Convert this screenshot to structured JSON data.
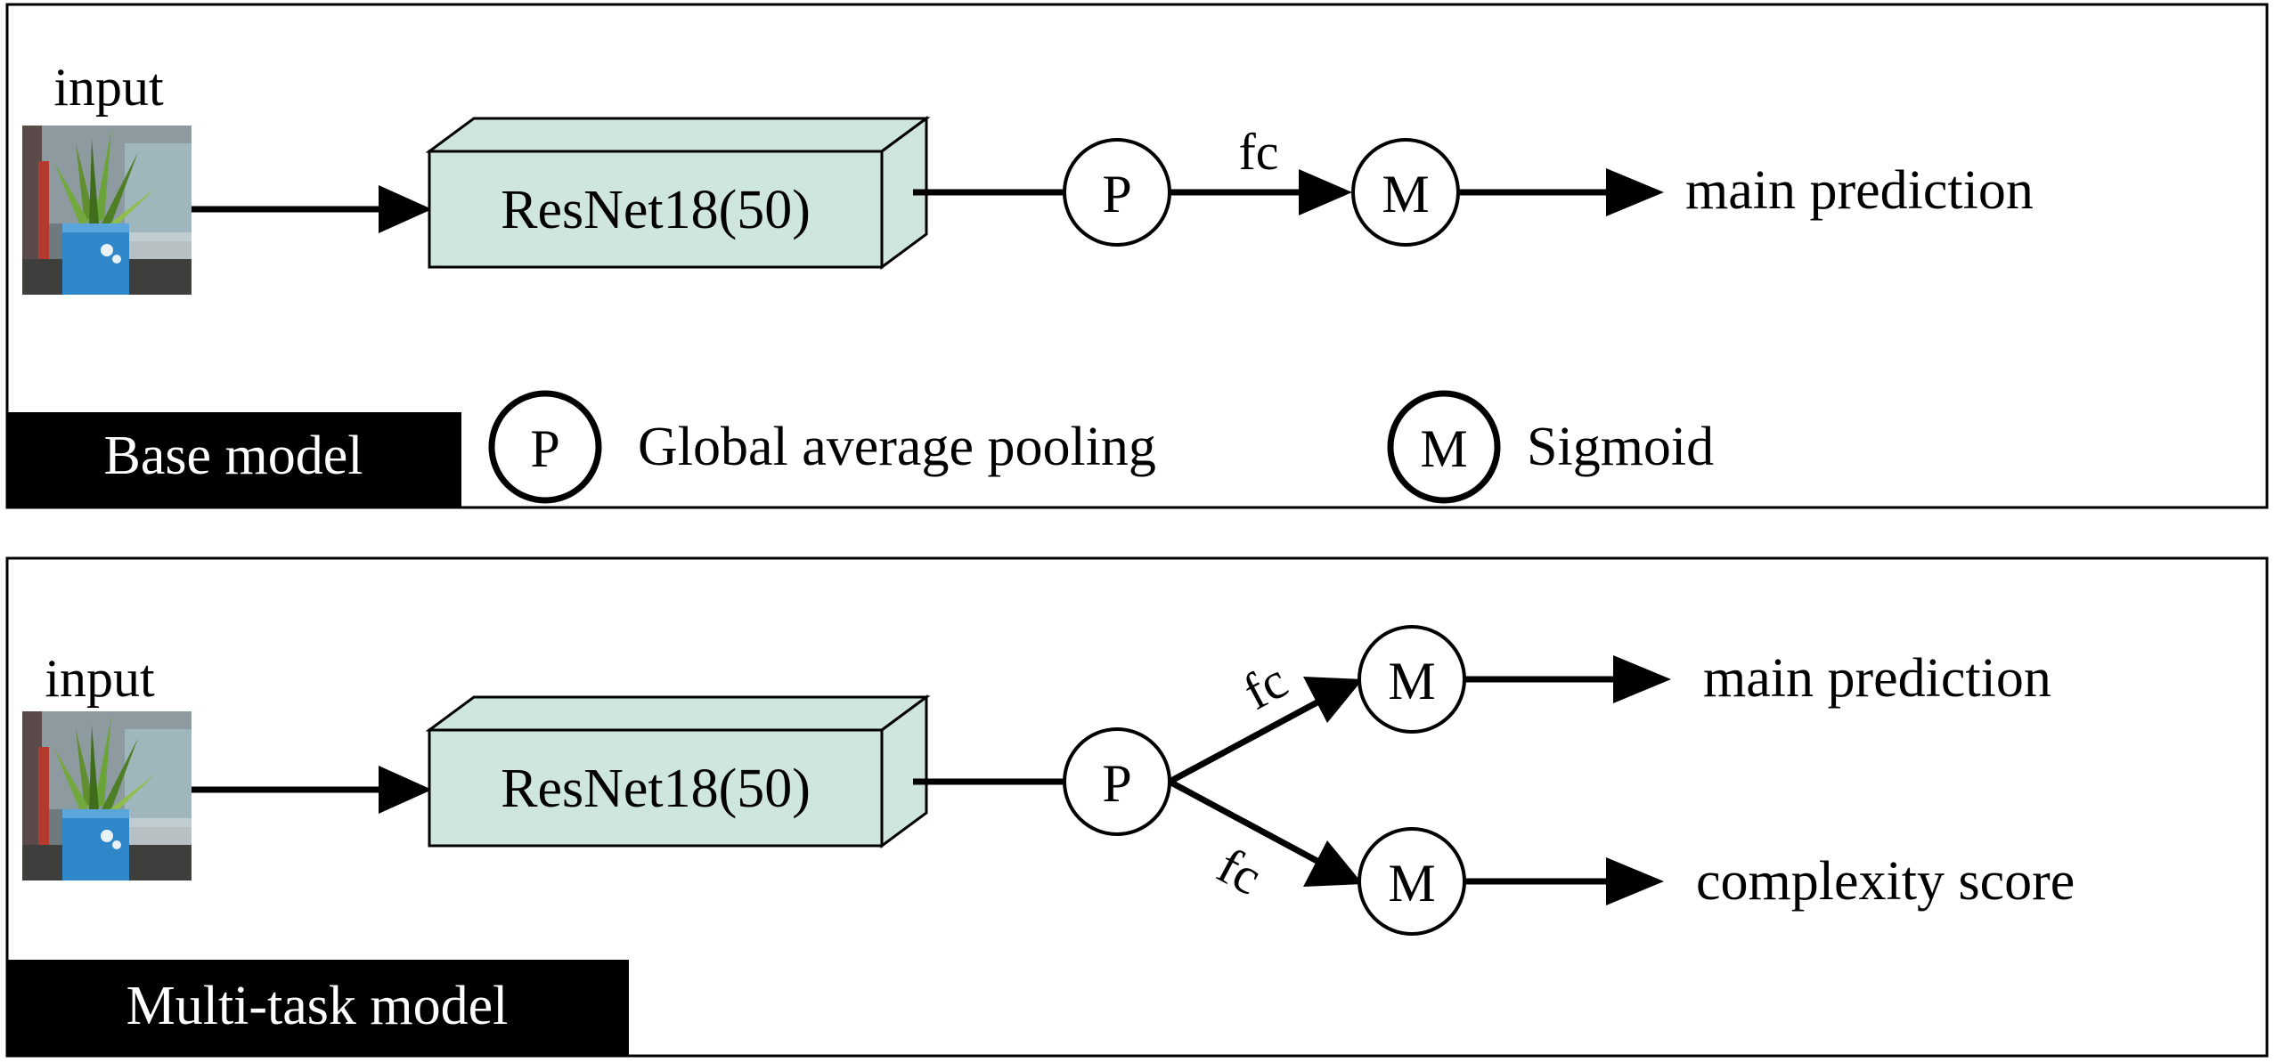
{
  "base_panel": {
    "input_label": "input",
    "backbone_label": "ResNet18(50)",
    "pool_symbol": "P",
    "fc_label": "fc",
    "sigmoid_symbol": "M",
    "output_label": "main prediction",
    "panel_title": "Base model",
    "legend": {
      "pool_symbol": "P",
      "pool_text": "Global average pooling",
      "sigmoid_symbol": "M",
      "sigmoid_text": "Sigmoid"
    }
  },
  "multitask_panel": {
    "input_label": "input",
    "backbone_label": "ResNet18(50)",
    "pool_symbol": "P",
    "fc_upper_label": "fc",
    "fc_lower_label": "fc",
    "sigmoid_upper_symbol": "M",
    "sigmoid_lower_symbol": "M",
    "output_upper_label": "main prediction",
    "output_lower_label": "complexity score",
    "panel_title": "Multi-task model"
  },
  "colors": {
    "backbone_fill": "#cfe6df",
    "stroke": "#000000",
    "title_bar": "#000000",
    "title_text": "#ffffff"
  }
}
